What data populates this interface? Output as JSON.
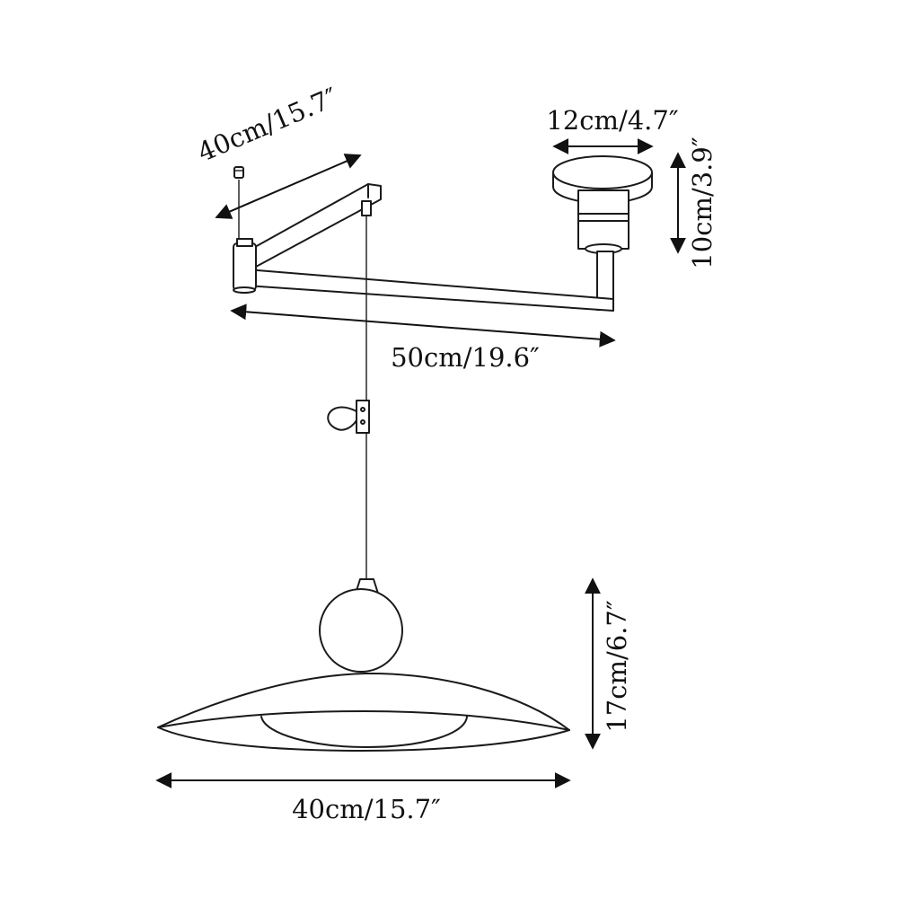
{
  "dimensions": {
    "arm_length": "40cm/15.7″",
    "canopy_diameter": "12cm/4.7″",
    "canopy_height": "10cm/3.9″",
    "total_reach": "50cm/19.6″",
    "shade_height": "17cm/6.7″",
    "shade_diameter": "40cm/15.7″"
  },
  "colors": {
    "line": "#1a1a1a",
    "text": "#111111",
    "background": "#ffffff"
  }
}
